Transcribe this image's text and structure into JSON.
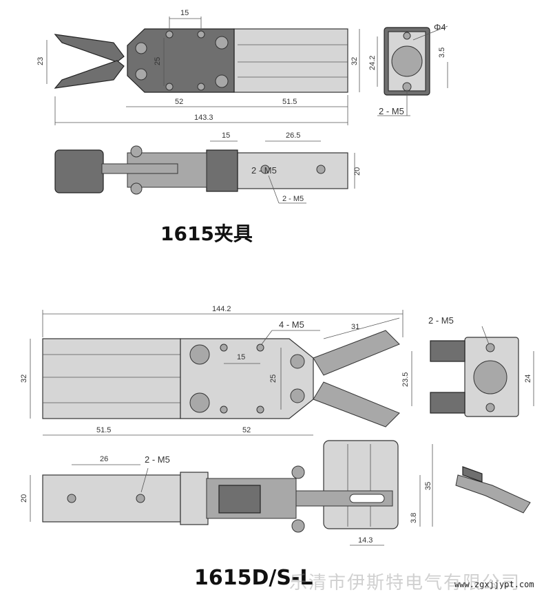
{
  "top_drawing": {
    "title": "1615夹具",
    "plan_view": {
      "d15": "15",
      "d23": "23",
      "d25": "25",
      "d52": "52",
      "d51_5": "51.5",
      "d143_3": "143.3",
      "d32": "32"
    },
    "end_view": {
      "d24_2": "24.2",
      "d3_5": "3.5",
      "phi4": "Φ4",
      "thread": "2 - M5"
    },
    "side_view": {
      "d15": "15",
      "d26_5": "26.5",
      "thread_a": "2 - M5",
      "thread_b": "2 - M5",
      "d20": "20"
    }
  },
  "bottom_drawing": {
    "title": "1615D/S-L",
    "plan_view": {
      "d144_2": "144.2",
      "thread": "4 - M5",
      "d31": "31",
      "d15": "15",
      "d25": "25",
      "d32": "32",
      "d23_5": "23.5",
      "d51_5": "51.5",
      "d52": "52"
    },
    "end_view": {
      "thread": "2 - M5",
      "d24": "24"
    },
    "side_view": {
      "d26": "26",
      "thread": "2 - M5",
      "d20": "20",
      "d35": "35",
      "d3_8": "3.8",
      "d14_3": "14.3"
    }
  },
  "watermark": {
    "company": "乐清市伊斯特电气有限公司",
    "url": "www.zgxjjypt.com"
  }
}
